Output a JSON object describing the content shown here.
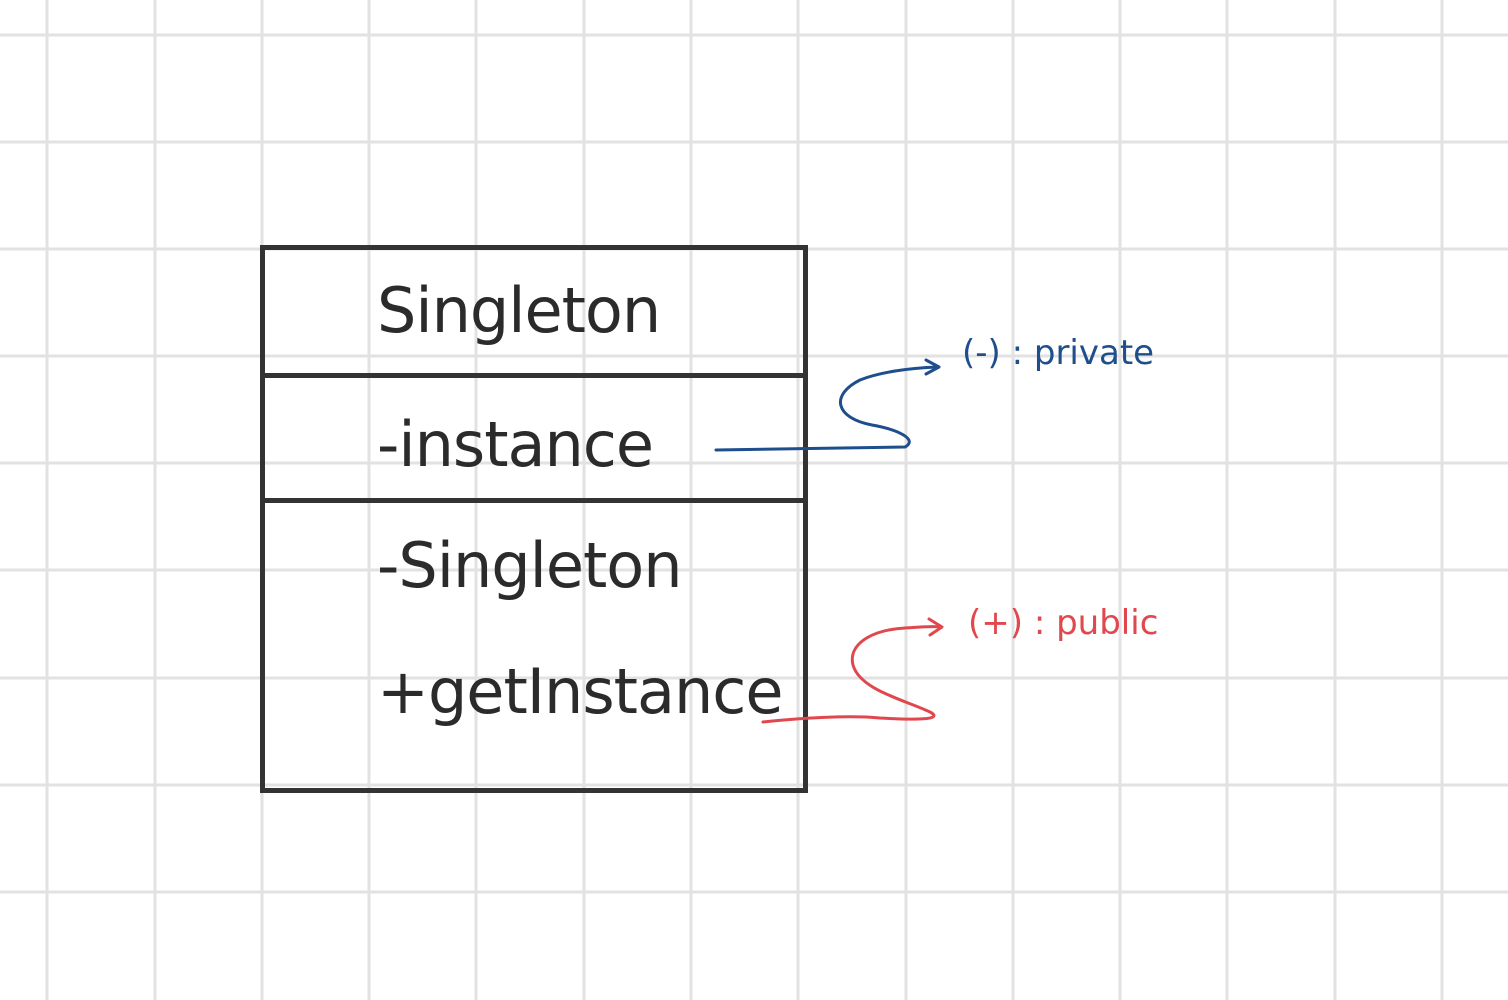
{
  "diagram": {
    "class_name": "Singleton",
    "attributes": [
      "-instance"
    ],
    "operations": [
      "-Singleton",
      "+getInstance"
    ]
  },
  "notes": {
    "private": {
      "text": "(-) : private",
      "color": "#1f4e8c"
    },
    "public": {
      "text": "(+) : public",
      "color": "#e0484e"
    }
  },
  "colors": {
    "box": "#333333",
    "grid": "#e2e2e2"
  }
}
